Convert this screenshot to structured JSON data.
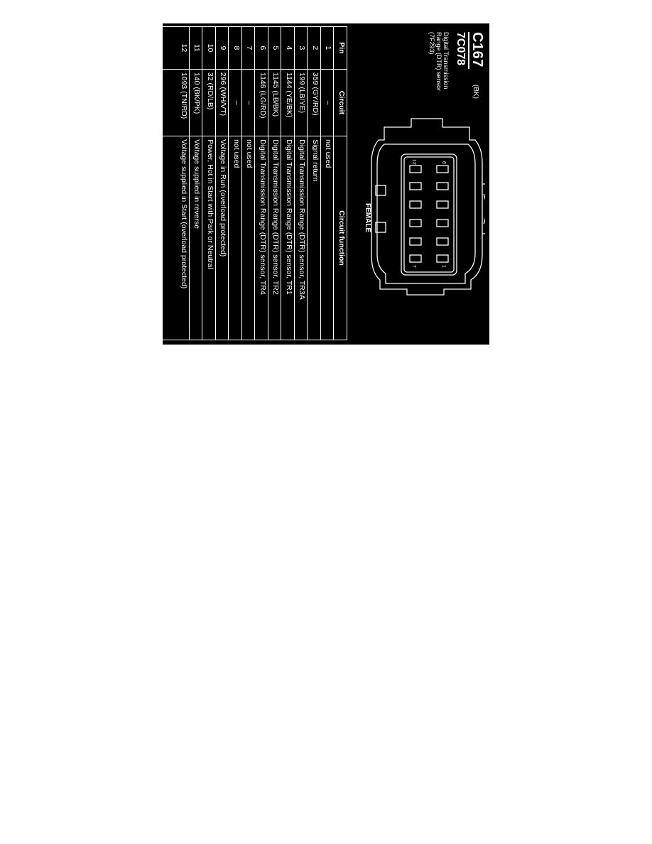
{
  "connector": {
    "id": "C167",
    "color_code": "(BK)",
    "part_id": "7C078",
    "description": "Digital Transmission Range (DTR) sensor (7F293)",
    "description_lines": [
      "Digital Transmission",
      "Range (DTR) sensor",
      "(7F293)"
    ],
    "gender": "FEMALE",
    "cavity_labels": {
      "top_left": "6",
      "bottom_left": "12",
      "top_right": "1",
      "bottom_right": "7"
    },
    "cavity_count": 12
  },
  "table": {
    "headers": {
      "pin": "Pin",
      "circuit": "Circuit",
      "function": "Circuit function"
    },
    "rows": [
      {
        "pin": "1",
        "circuit": "–",
        "function": "not used"
      },
      {
        "pin": "2",
        "circuit": "359 (GY/RD)",
        "function": "Signal return"
      },
      {
        "pin": "3",
        "circuit": "199 (LB/YE)",
        "function": "Digital Transmission Range (DTR) sensor, TR3A"
      },
      {
        "pin": "4",
        "circuit": "1144 (YE/BK)",
        "function": "Digital Transmission Range (DTR) sensor, TR1"
      },
      {
        "pin": "5",
        "circuit": "1145 (LB/BK)",
        "function": "Digital Transmission Range (DTR) sensor, TR2"
      },
      {
        "pin": "6",
        "circuit": "1146 (LG/RD)",
        "function": "Digital Transmission Range (DTR) sensor, TR4"
      },
      {
        "pin": "7",
        "circuit": "–",
        "function": "not used"
      },
      {
        "pin": "8",
        "circuit": "–",
        "function": "not used"
      },
      {
        "pin": "9",
        "circuit": "296 (WH/VT)",
        "function": "Voltage in Run (overload protected)"
      },
      {
        "pin": "10",
        "circuit": "32 (RD/LB)",
        "function": "Power, Hot in Start with Park or Neutral"
      },
      {
        "pin": "11",
        "circuit": "140 (BK/PK)",
        "function": "Voltage supplied in reverse"
      },
      {
        "pin": "12",
        "circuit": "1093 (TN/RD)",
        "function": "Voltage supplied in Start (overload protected)"
      }
    ]
  }
}
